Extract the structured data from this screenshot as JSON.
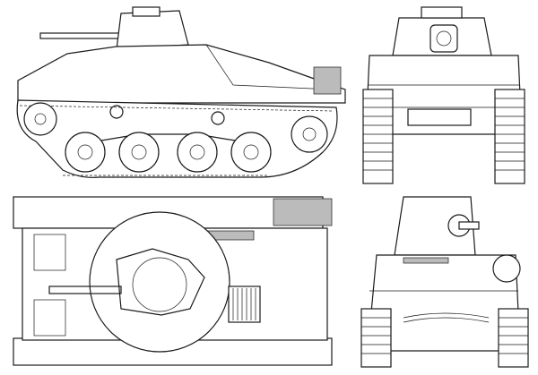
{
  "drawing": {
    "views": [
      "side",
      "front",
      "top",
      "rear"
    ],
    "line_color": "#1a1a1a",
    "background": "#ffffff"
  }
}
